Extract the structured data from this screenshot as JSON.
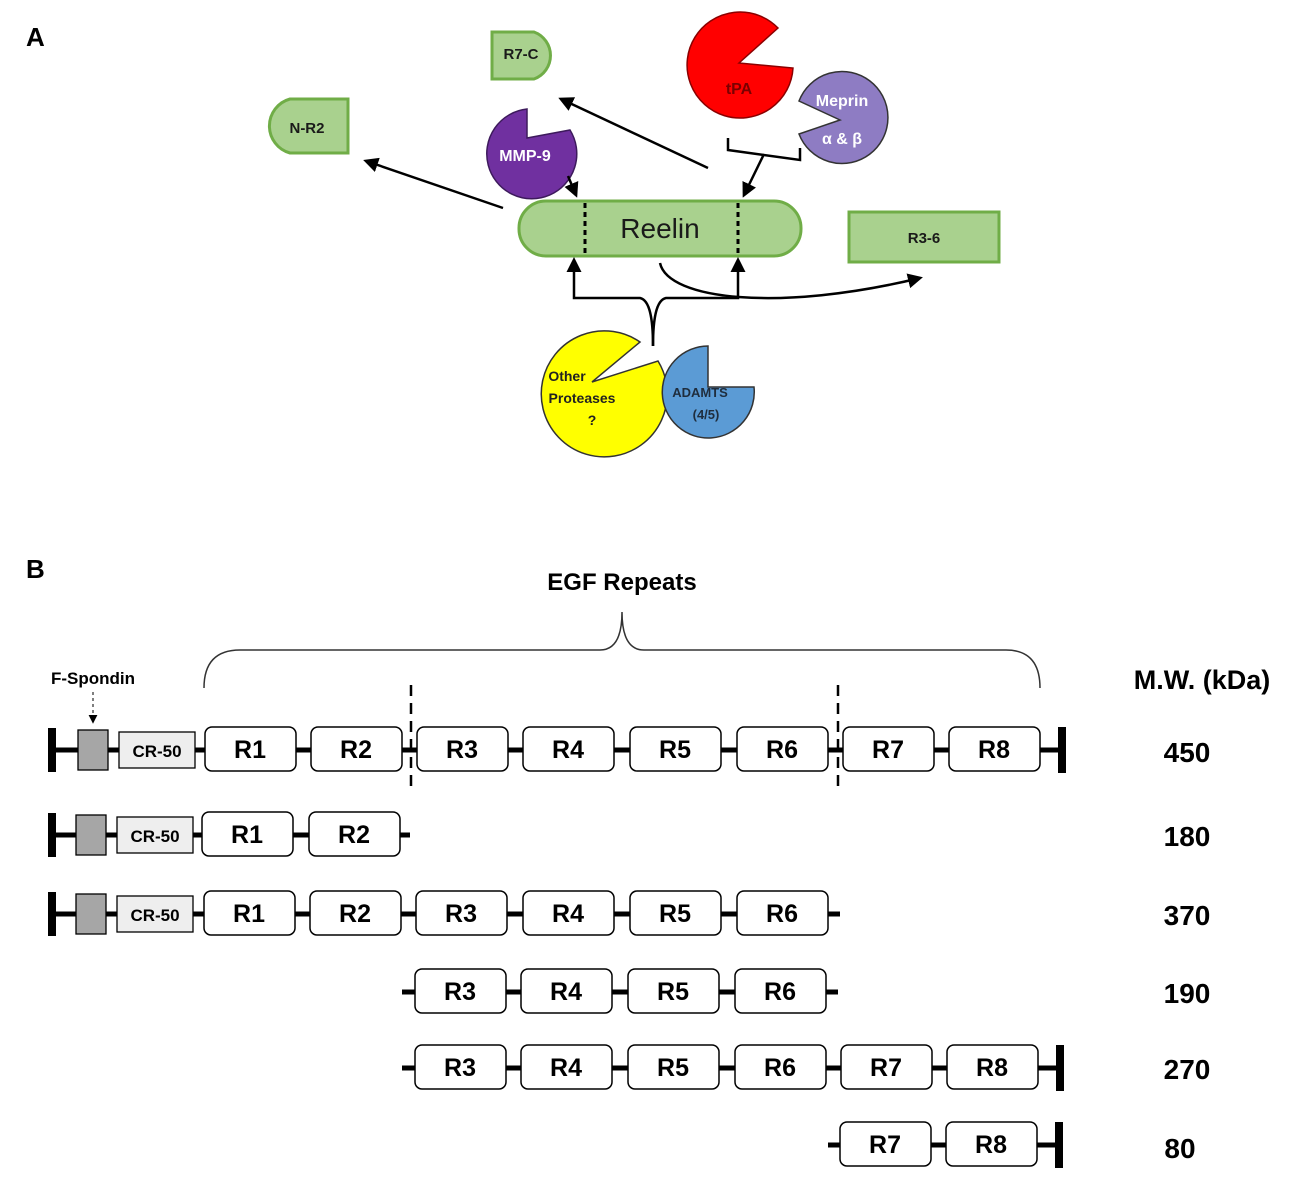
{
  "panel_a": {
    "letter": "A",
    "reelin_label": "Reelin",
    "fragments": {
      "n_r2": "N-R2",
      "r7_c": "R7-C",
      "r3_6": "R3-6"
    },
    "enzymes": {
      "mmp9": "MMP-9",
      "tpa": "tPA",
      "meprin_line1": "Meprin",
      "meprin_line2": "α & β",
      "other_line1": "Other",
      "other_line2": "Proteases",
      "other_line3": "?",
      "adamts_line1": "ADAMTS",
      "adamts_line2": "(4/5)"
    },
    "colors": {
      "fragment_fill": "#a9d18e",
      "fragment_stroke": "#70ad47",
      "mmp9": "#7030a0",
      "tpa": "#ff0000",
      "meprin": "#8e7cc3",
      "other_proteases": "#ffff00",
      "adamts": "#5b9bd5"
    }
  },
  "panel_b": {
    "letter": "B",
    "egf_header": "EGF Repeats",
    "mw_header": "M.W. (kDa)",
    "f_spondin_label": "F-Spondin",
    "cr50_label": "CR-50",
    "domains": [
      "R1",
      "R2",
      "R3",
      "R4",
      "R5",
      "R6",
      "R7",
      "R8"
    ],
    "rows": [
      {
        "mw": "450"
      },
      {
        "mw": "180"
      },
      {
        "mw": "370"
      },
      {
        "mw": "190"
      },
      {
        "mw": "270"
      },
      {
        "mw": "80"
      }
    ]
  }
}
